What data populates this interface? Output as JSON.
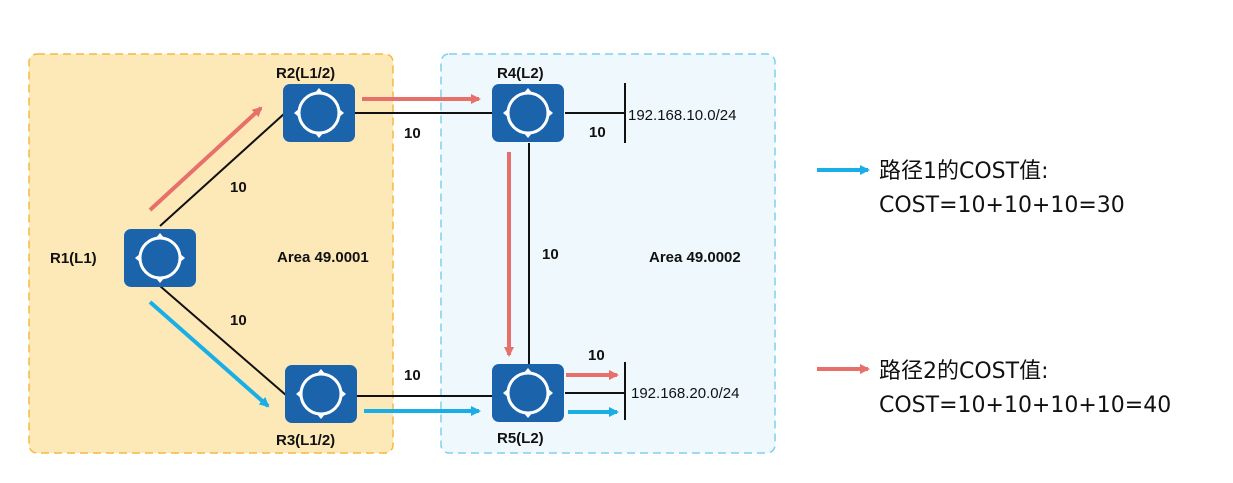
{
  "areas": {
    "area1": {
      "label": "Area 49.0001",
      "fill": "#fde9b8",
      "stroke": "#f5b942"
    },
    "area2": {
      "label": "Area 49.0002",
      "fill": "#eef8fd",
      "stroke": "#7fcfee"
    }
  },
  "routers": {
    "r1": {
      "label": "R1(L1)"
    },
    "r2": {
      "label": "R2(L1/2)"
    },
    "r3": {
      "label": "R3(L1/2)"
    },
    "r4": {
      "label": "R4(L2)"
    },
    "r5": {
      "label": "R5(L2)"
    },
    "icon_glyph": "R",
    "color": "#1b64ac"
  },
  "links": {
    "r1_r2_cost": "10",
    "r1_r3_cost": "10",
    "r2_r4_cost": "10",
    "r3_r5_cost": "10",
    "r4_r5_cost": "10",
    "r4_net_cost": "10",
    "r5_net_cost": "10"
  },
  "networks": {
    "net1": "192.168.10.0/24",
    "net2": "192.168.20.0/24"
  },
  "legend": {
    "path1": {
      "title": "路径1的COST值:",
      "formula": "COST=10+10+10=30",
      "color": "#1aaee6"
    },
    "path2": {
      "title": "路径2的COST值:",
      "formula": "COST=10+10+10+10=40",
      "color": "#e8706a"
    }
  }
}
